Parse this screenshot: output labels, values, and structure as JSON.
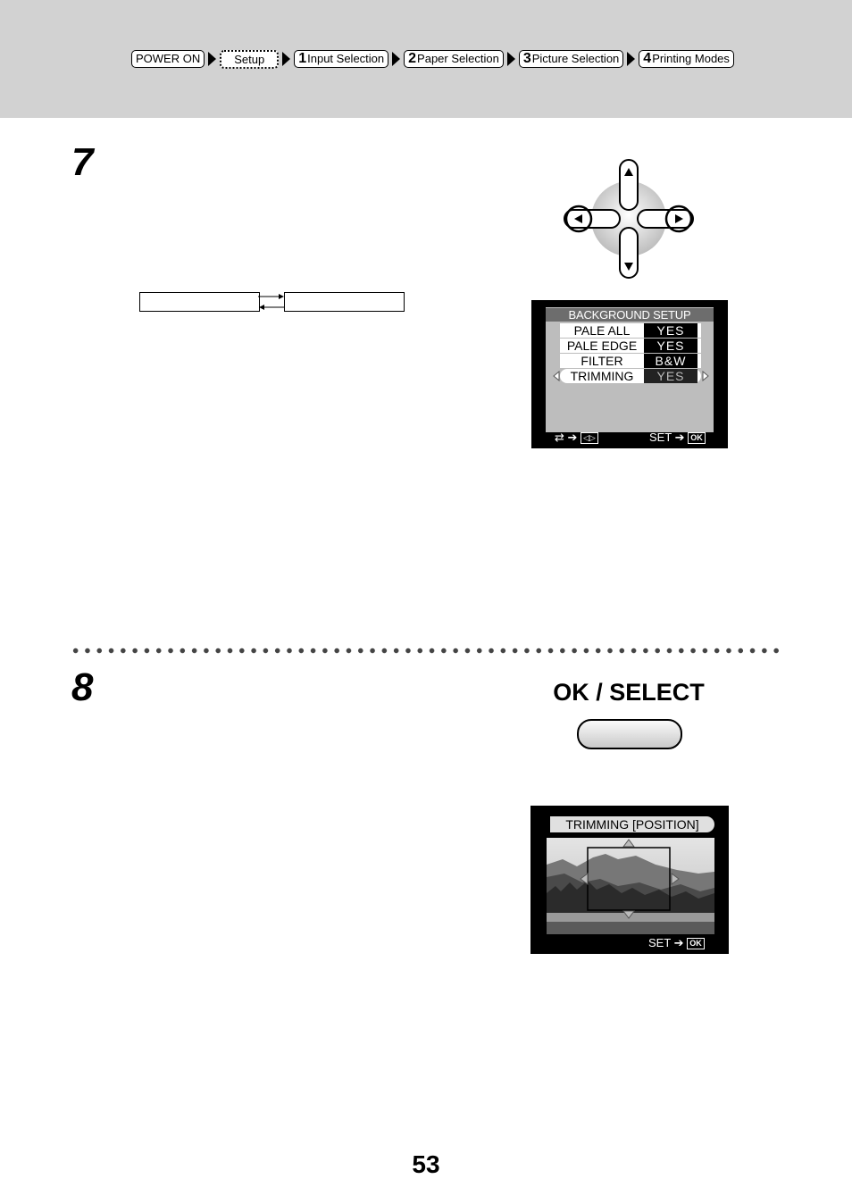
{
  "breadcrumb": {
    "items": [
      {
        "num": "",
        "label": "POWER ON"
      },
      {
        "num": "",
        "label": "Setup"
      },
      {
        "num": "1",
        "label": "Input Selection"
      },
      {
        "num": "2",
        "label": "Paper Selection"
      },
      {
        "num": "3",
        "label": "Picture Selection"
      },
      {
        "num": "4",
        "label": "Printing Modes"
      }
    ]
  },
  "steps": {
    "step7": "7",
    "step8": "8"
  },
  "screen1": {
    "title": "BACKGROUND SETUP",
    "rows": [
      {
        "label": "PALE ALL",
        "value": "YES"
      },
      {
        "label": "PALE EDGE",
        "value": "YES"
      },
      {
        "label": "FILTER",
        "value": "B&W"
      },
      {
        "label": "TRIMMING",
        "value": "YES"
      }
    ],
    "footer_left_key": "◁▷",
    "footer_right_label": "SET",
    "footer_right_key": "OK"
  },
  "ok_button": {
    "label": "OK / SELECT"
  },
  "screen2": {
    "title": "TRIMMING [POSITION]",
    "footer_label": "SET",
    "footer_key": "OK"
  },
  "page_number": "53",
  "colors": {
    "header_bg": "#d2d2d2",
    "lcd_bg": "#000000",
    "menu_panel": "#bdbdbd"
  }
}
